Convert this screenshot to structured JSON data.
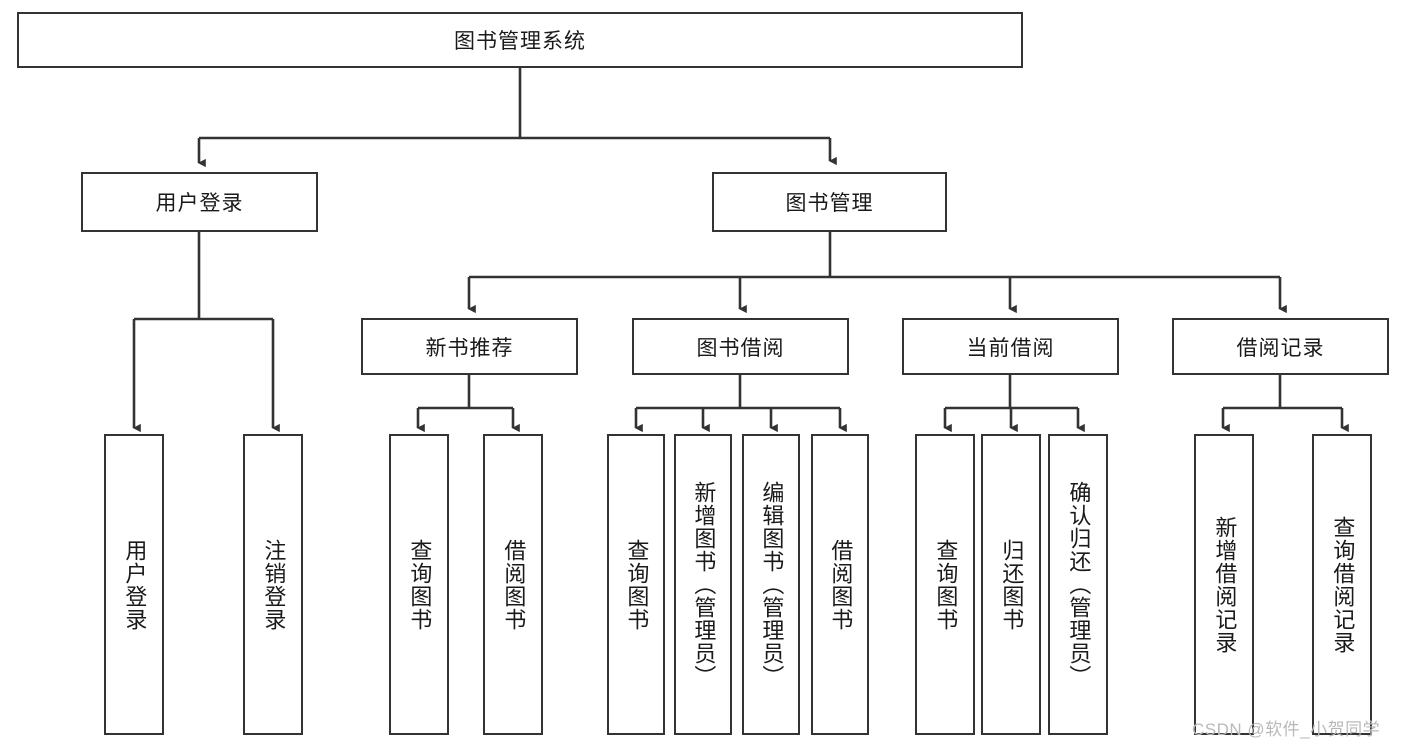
{
  "diagram": {
    "title": "图书管理系统",
    "type": "tree-hierarchy-chart",
    "root": {
      "label": "图书管理系统"
    },
    "level2": [
      {
        "label": "用户登录"
      },
      {
        "label": "图书管理"
      }
    ],
    "level3": [
      {
        "label": "新书推荐"
      },
      {
        "label": "图书借阅"
      },
      {
        "label": "当前借阅"
      },
      {
        "label": "借阅记录"
      }
    ],
    "leaves": {
      "user_login": [
        {
          "label": "用户登录"
        },
        {
          "label": "注销登录"
        }
      ],
      "new_book_recommend": [
        {
          "label": "查询图书"
        },
        {
          "label": "借阅图书"
        }
      ],
      "book_borrow": [
        {
          "label": "查询图书"
        },
        {
          "label": "新增图书（管理员）"
        },
        {
          "label": "编辑图书（管理员）"
        },
        {
          "label": "借阅图书"
        }
      ],
      "current_borrow": [
        {
          "label": "查询图书"
        },
        {
          "label": "归还图书"
        },
        {
          "label": "确认归还（管理员）"
        }
      ],
      "borrow_record": [
        {
          "label": "新增借阅记录"
        },
        {
          "label": "查询借阅记录"
        }
      ]
    }
  },
  "watermark": {
    "text": "CSDN @软件_小贺同学"
  },
  "colors": {
    "stroke": "#333333",
    "fill": "#ffffff",
    "text": "#1a1a1a",
    "watermark": "#b9b9b9"
  }
}
